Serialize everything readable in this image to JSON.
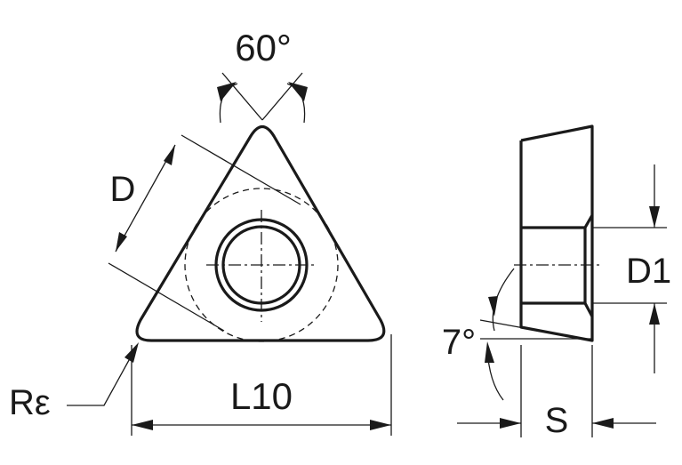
{
  "labels": {
    "angle_top": "60°",
    "diameter": "D",
    "radius": "Rε",
    "length": "L10",
    "hole_diameter": "D1",
    "clearance_angle": "7°",
    "thickness": "S"
  }
}
